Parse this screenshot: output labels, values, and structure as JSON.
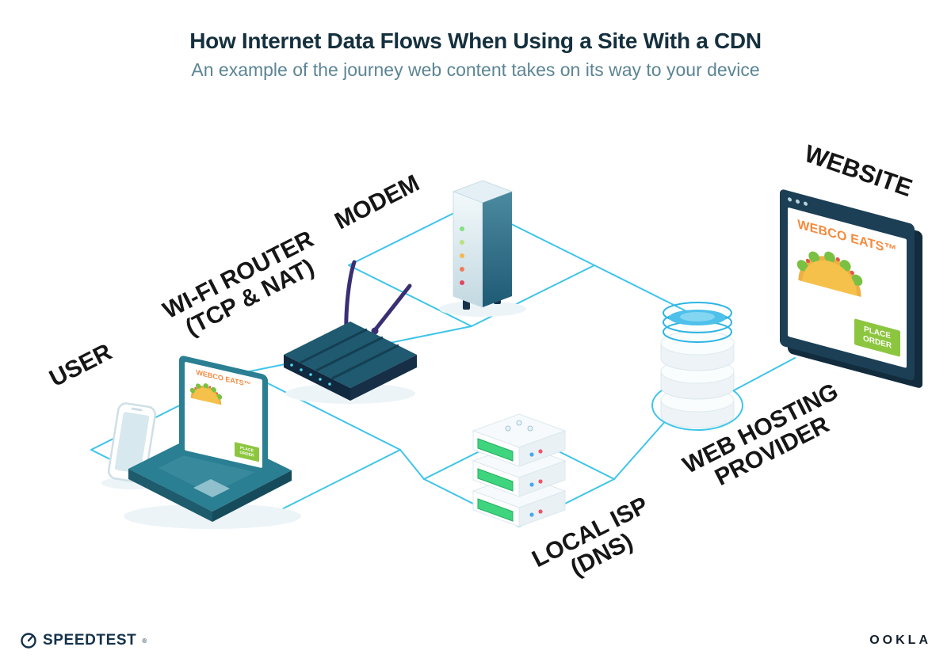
{
  "header": {
    "title": "How Internet Data Flows When Using a Site With a CDN",
    "subtitle": "An example of the journey web content takes on its way to your device"
  },
  "nodes": {
    "user": {
      "label": "USER"
    },
    "router": {
      "label_line1": "WI-FI ROUTER",
      "label_line2": "(TCP & NAT)"
    },
    "modem": {
      "label": "MODEM"
    },
    "isp": {
      "label_line1": "LOCAL ISP",
      "label_line2": "(DNS)"
    },
    "hosting": {
      "label_line1": "WEB HOSTING",
      "label_line2": "PROVIDER"
    },
    "website": {
      "label": "WEBSITE",
      "screen": {
        "brand": "WEBCO EATS™",
        "order_button": "PLACE ORDER"
      }
    }
  },
  "laptop_screen": {
    "brand": "WEBCO EATS™",
    "order_button": "PLACE ORDER"
  },
  "footer": {
    "speedtest": "SPEEDTEST",
    "speedtest_mark": "®",
    "ookla": "OOKLA"
  },
  "icons": {
    "speedtest_gauge": "gauge-icon",
    "window_dots": "browser-window-dots"
  },
  "colors": {
    "connection_line": "#3fc4ea",
    "device_teal": "#2b7f93",
    "navy": "#1c3f55",
    "brand_orange": "#f58a3c",
    "button_green": "#8cc63f",
    "led_green": "#3fd47e",
    "title_text": "#15303e",
    "subtitle_text": "#5c8594"
  }
}
